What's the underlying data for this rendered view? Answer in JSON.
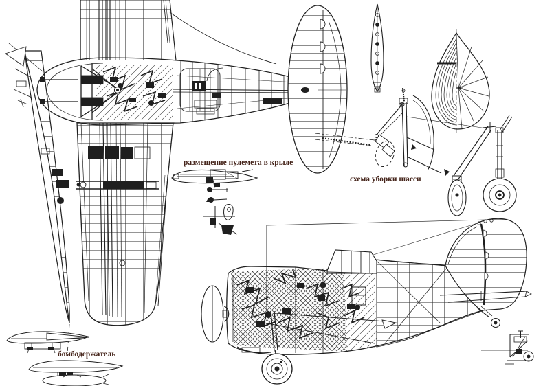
{
  "labels": {
    "wing_gun": "размещение пулемета в крыле",
    "gear_scheme": "схема уборки шасси",
    "bomb_rack": "бомбодержатель"
  },
  "colors": {
    "paper": "#ffffff",
    "ink": "#1f1f1f",
    "label_text": "#45241a"
  }
}
